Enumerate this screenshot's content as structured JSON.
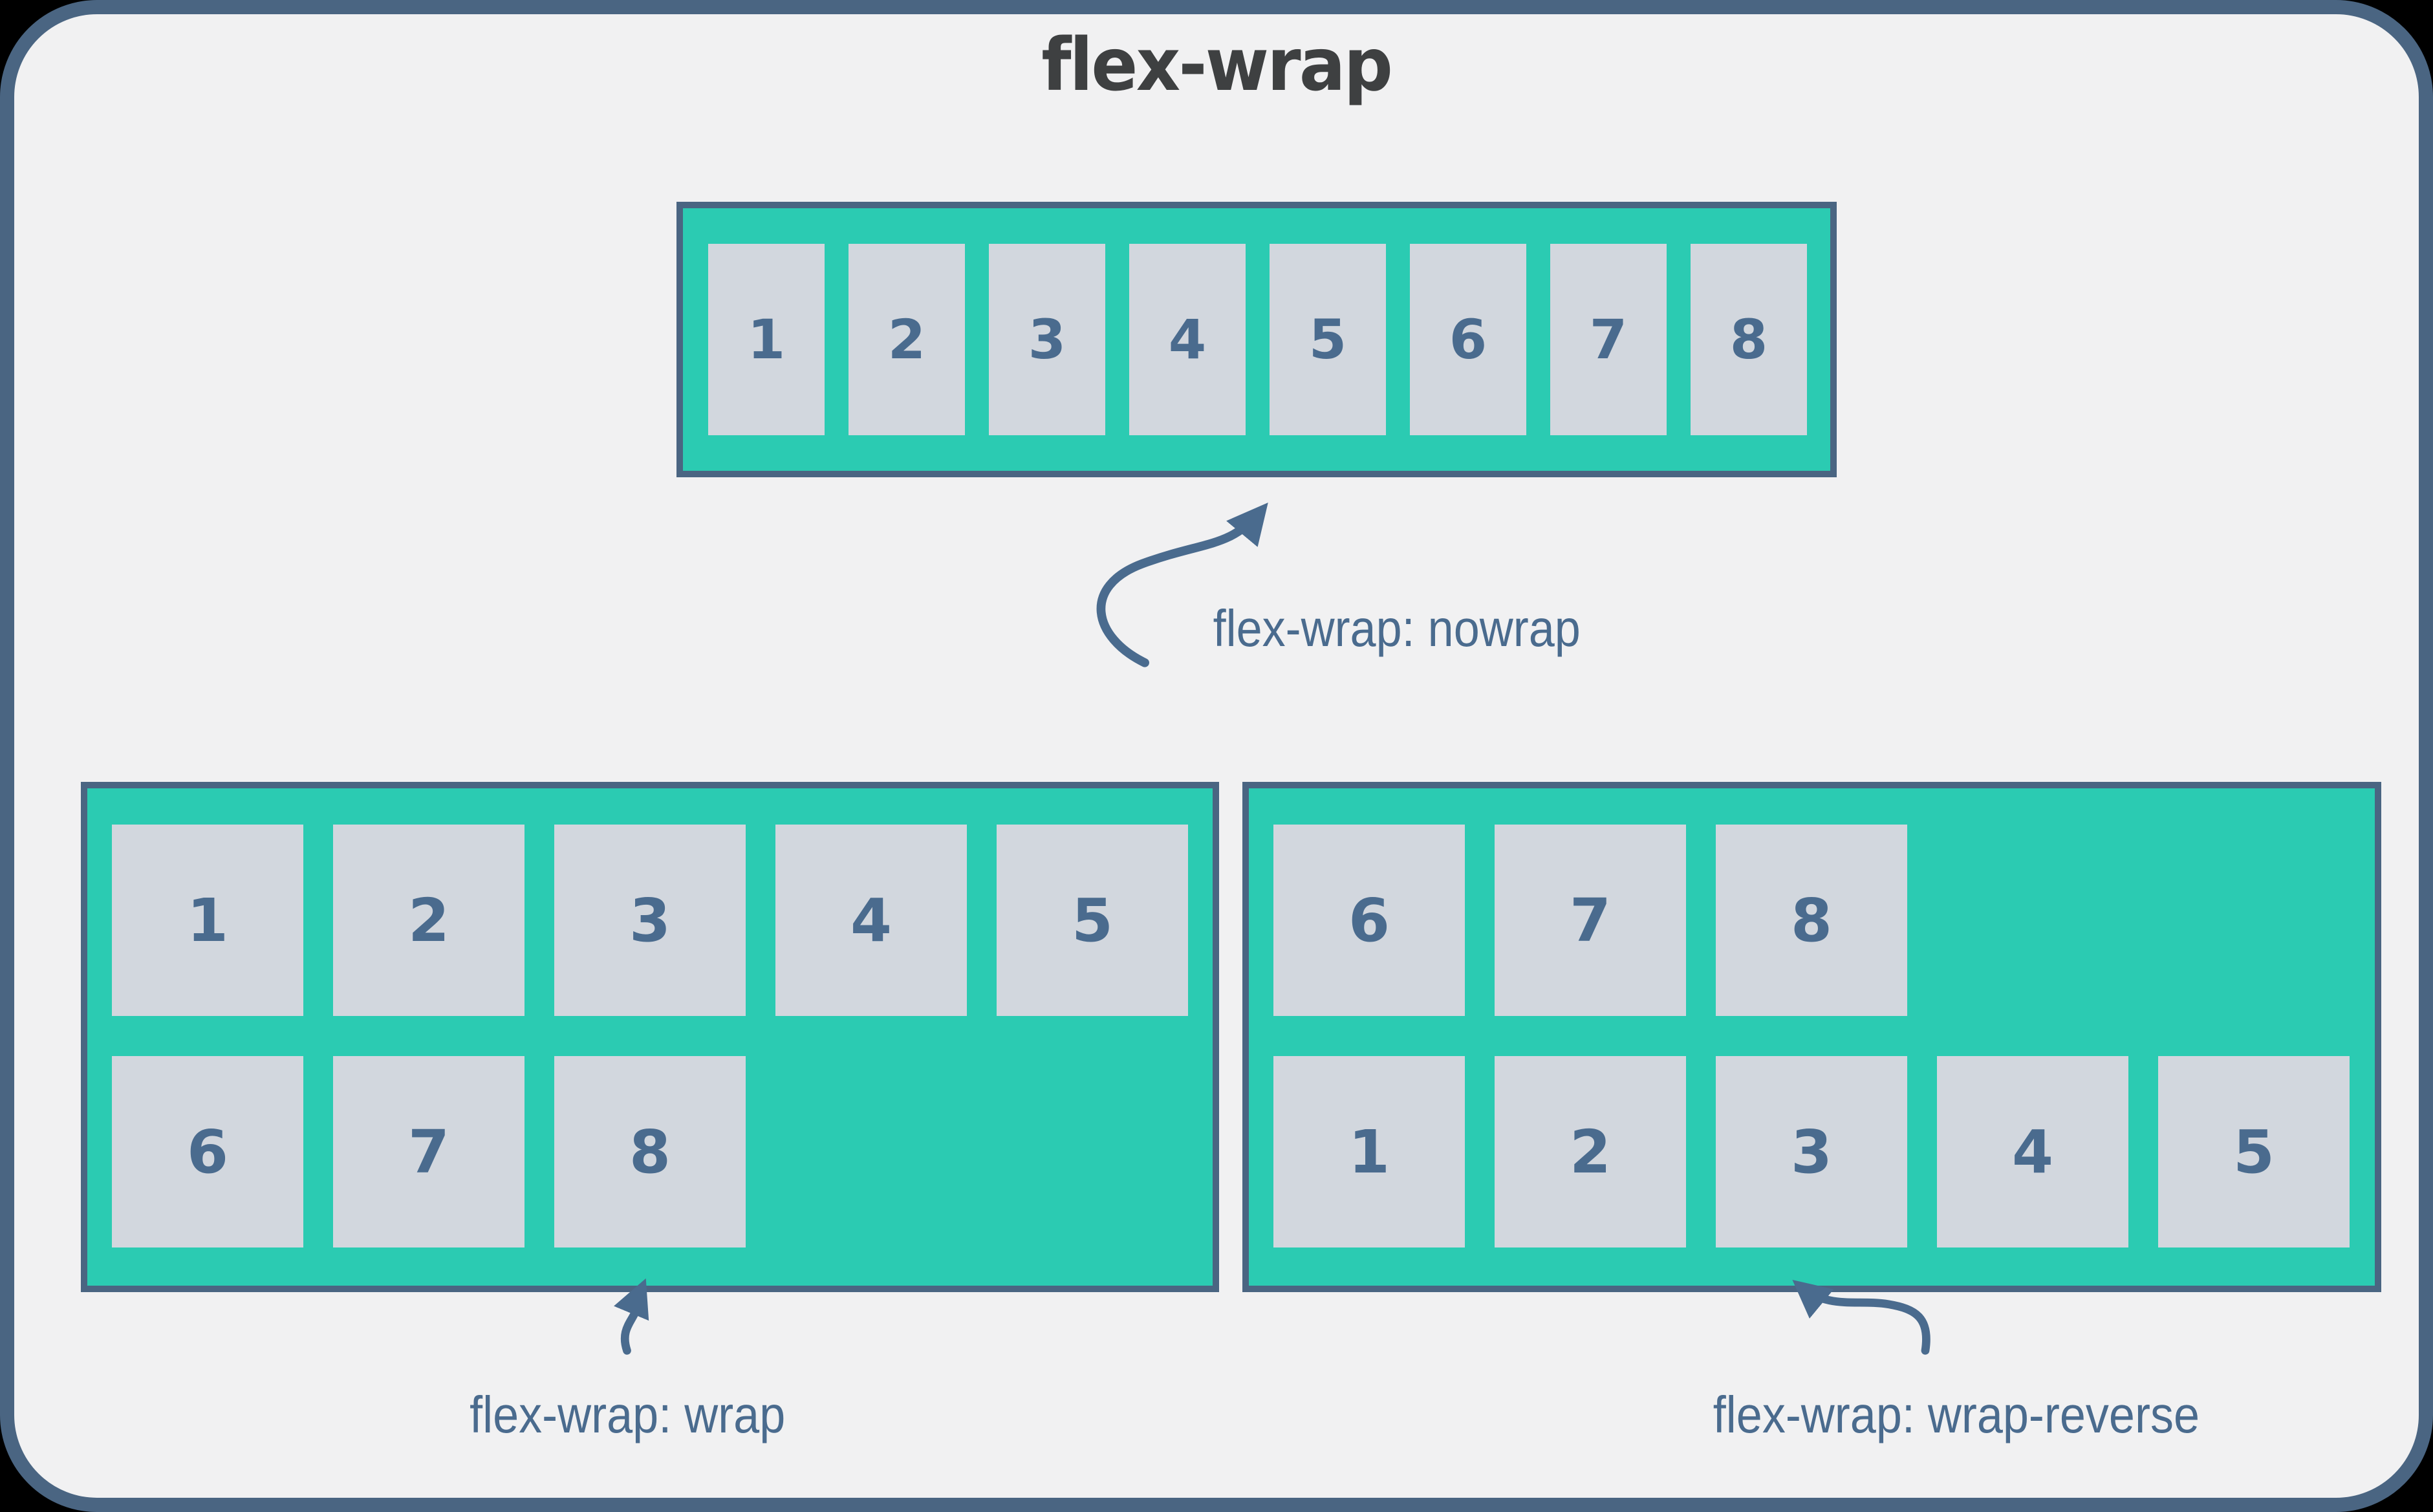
{
  "title": "flex-wrap",
  "examples": {
    "nowrap": {
      "label": "flex-wrap: nowrap",
      "items": [
        "1",
        "2",
        "3",
        "4",
        "5",
        "6",
        "7",
        "8"
      ]
    },
    "wrap": {
      "label": "flex-wrap: wrap",
      "rows": {
        "first": [
          "1",
          "2",
          "3",
          "4",
          "5"
        ],
        "second": [
          "6",
          "7",
          "8"
        ]
      }
    },
    "wrap_reverse": {
      "label": "flex-wrap: wrap-reverse",
      "rows": {
        "first": [
          "6",
          "7",
          "8"
        ],
        "second": [
          "1",
          "2",
          "3",
          "4",
          "5"
        ]
      }
    }
  },
  "colors": {
    "container_fill": "#2BCBB2",
    "item_fill": "#D2D7DE",
    "container_border": "#4A6582",
    "number_text": "#4A6B8E",
    "caption_text": "#4A6B8E",
    "card_background": "#F1F1F2",
    "card_border": "#4A6582",
    "title_text": "#3E4041",
    "outside_background": "#000000"
  }
}
